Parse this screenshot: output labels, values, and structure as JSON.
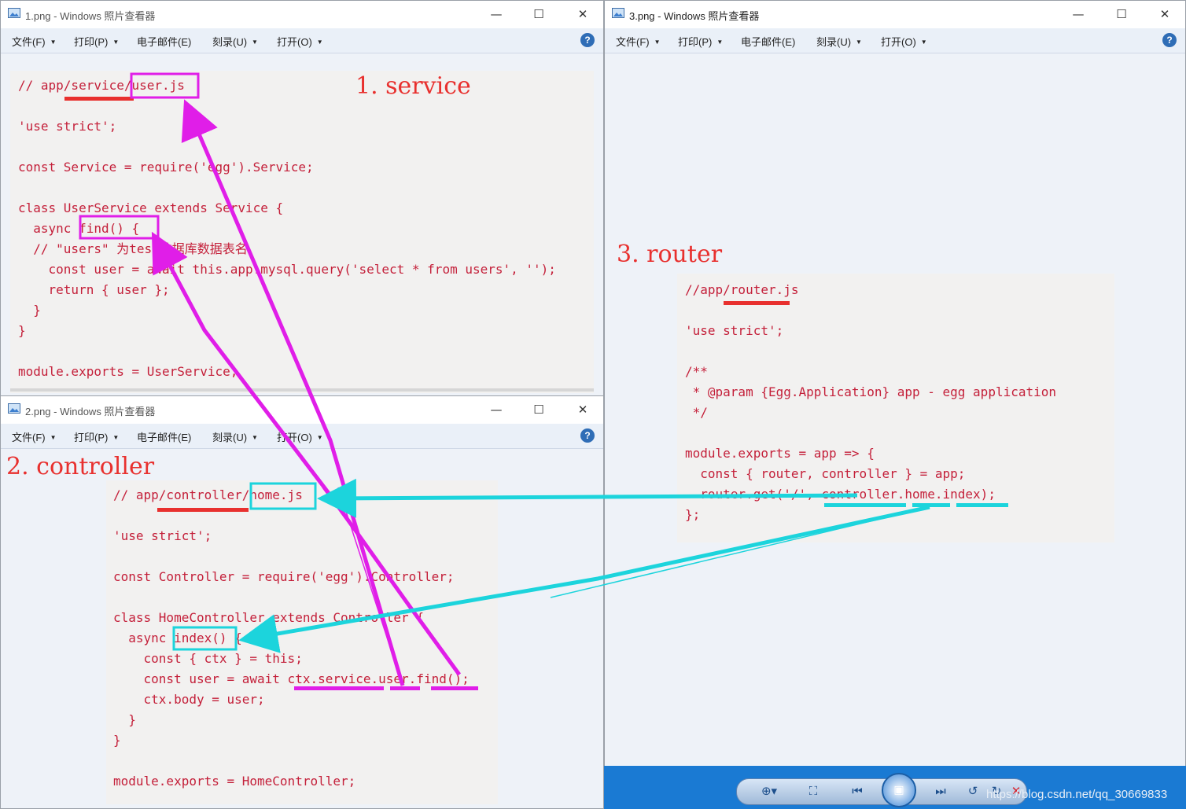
{
  "windows": [
    {
      "title": "1.png - Windows 照片查看器"
    },
    {
      "title": "2.png - Windows 照片查看器"
    },
    {
      "title": "3.png - Windows 照片查看器"
    }
  ],
  "menu": {
    "file": "文件(F)",
    "print": "打印(P)",
    "email": "电子邮件(E)",
    "burn": "刻录(U)",
    "open": "打开(O)",
    "help": "?"
  },
  "window_controls": {
    "minimize": "—",
    "maximize": "☐",
    "close": "✕"
  },
  "labels": {
    "service": "1. service",
    "controller": "2. controller",
    "router": "3. router"
  },
  "code": {
    "service": "// app/service/user.js\n\n'use strict';\n\nconst Service = require('egg').Service;\n\nclass UserService extends Service {\n  async find() {\n  // \"users\" 为test数据库数据表名\n    const user = await this.app.mysql.query('select * from users', '');\n    return { user };\n  }\n}\n\nmodule.exports = UserService;",
    "controller": "// app/controller/home.js\n\n'use strict';\n\nconst Controller = require('egg').Controller;\n\nclass HomeController extends Controller {\n  async index() {\n    const { ctx } = this;\n    const user = await ctx.service.user.find();\n    ctx.body = user;\n  }\n}\n\nmodule.exports = HomeController;",
    "router": "//app/router.js\n\n'use strict';\n\n/**\n * @param {Egg.Application} app - egg application\n */\n\nmodule.exports = app => {\n  const { router, controller } = app;\n  router.get('/', controller.home.index);\n};"
  },
  "colors": {
    "code_text": "#c4203a",
    "label_red": "#e8302e",
    "magenta": "#e01ee8",
    "cyan": "#1cd4dc",
    "taskbar": "#1a7ad3"
  },
  "playback_controls": {
    "zoom_icon": "zoom-icon",
    "fit_icon": "actual-size-icon",
    "previous_icon": "previous-icon",
    "slideshow_icon": "slideshow-icon",
    "next_icon": "next-icon",
    "rotate_ccw_icon": "rotate-ccw-icon",
    "rotate_cw_icon": "rotate-cw-icon",
    "delete_icon": "delete-icon"
  },
  "watermark": "https://blog.csdn.net/qq_30669833"
}
